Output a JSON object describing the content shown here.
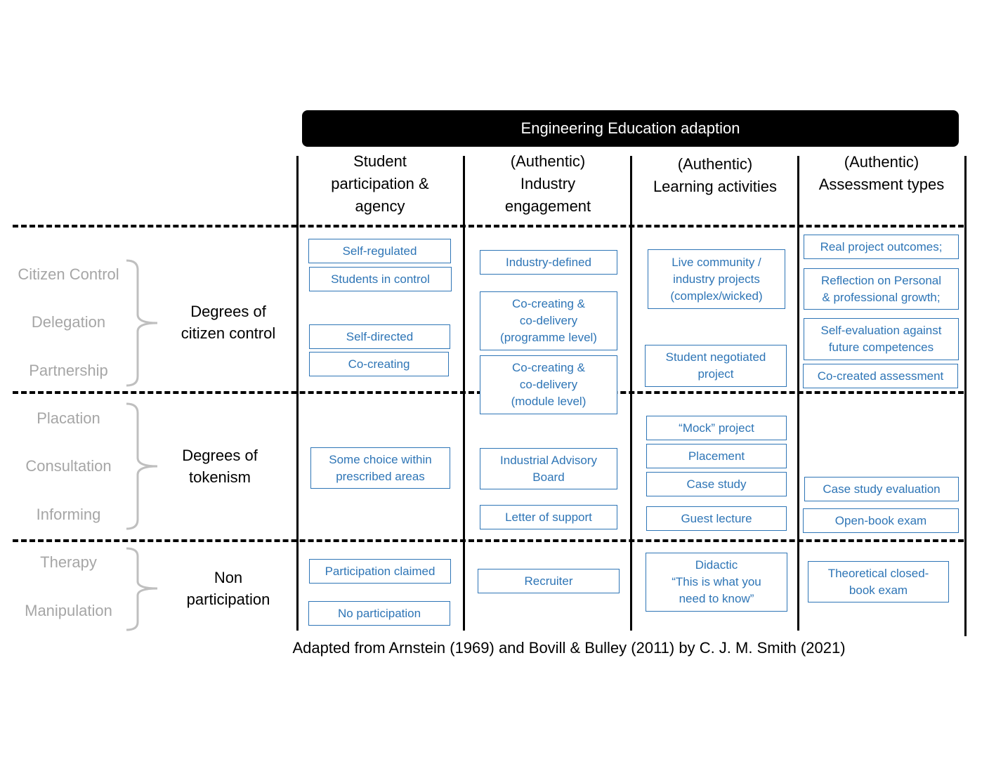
{
  "banner": "Engineering Education adaption",
  "columns": [
    "Student\nparticipation &\nagency",
    "(Authentic)\nIndustry\nengagement",
    "(Authentic)\nLearning activities",
    "(Authentic)\nAssessment types"
  ],
  "rungs": [
    "Citizen Control",
    "Delegation",
    "Partnership",
    "Placation",
    "Consultation",
    "Informing",
    "Therapy",
    "Manipulation"
  ],
  "groups": [
    "Degrees of\ncitizen control",
    "Degrees of\ntokenism",
    "Non\nparticipation"
  ],
  "col1": [
    "Self-regulated",
    "Students in control",
    "Self-directed",
    "Co-creating",
    "Some choice within\nprescribed areas",
    "Participation claimed",
    "No participation"
  ],
  "col2": [
    "Industry-defined",
    "Co-creating &\nco-delivery\n(programme level)",
    "Co-creating &\nco-delivery\n(module level)",
    "Industrial Advisory\nBoard",
    "Letter of support",
    "Recruiter"
  ],
  "col3": [
    "Live community /\nindustry projects\n(complex/wicked)",
    "Student negotiated\nproject",
    "“Mock” project",
    "Placement",
    "Case study",
    "Guest lecture",
    "Didactic\n“This is what you\nneed to know”"
  ],
  "col4": [
    "Real project outcomes;",
    "Reflection on Personal\n& professional growth;",
    "Self-evaluation against\nfuture competences",
    "Co-created assessment",
    "Case study evaluation",
    "Open-book exam",
    "Theoretical closed-\nbook exam"
  ],
  "caption": "Adapted from Arnstein (1969) and Bovill & Bulley (2011) by C. J. M. Smith (2021)"
}
